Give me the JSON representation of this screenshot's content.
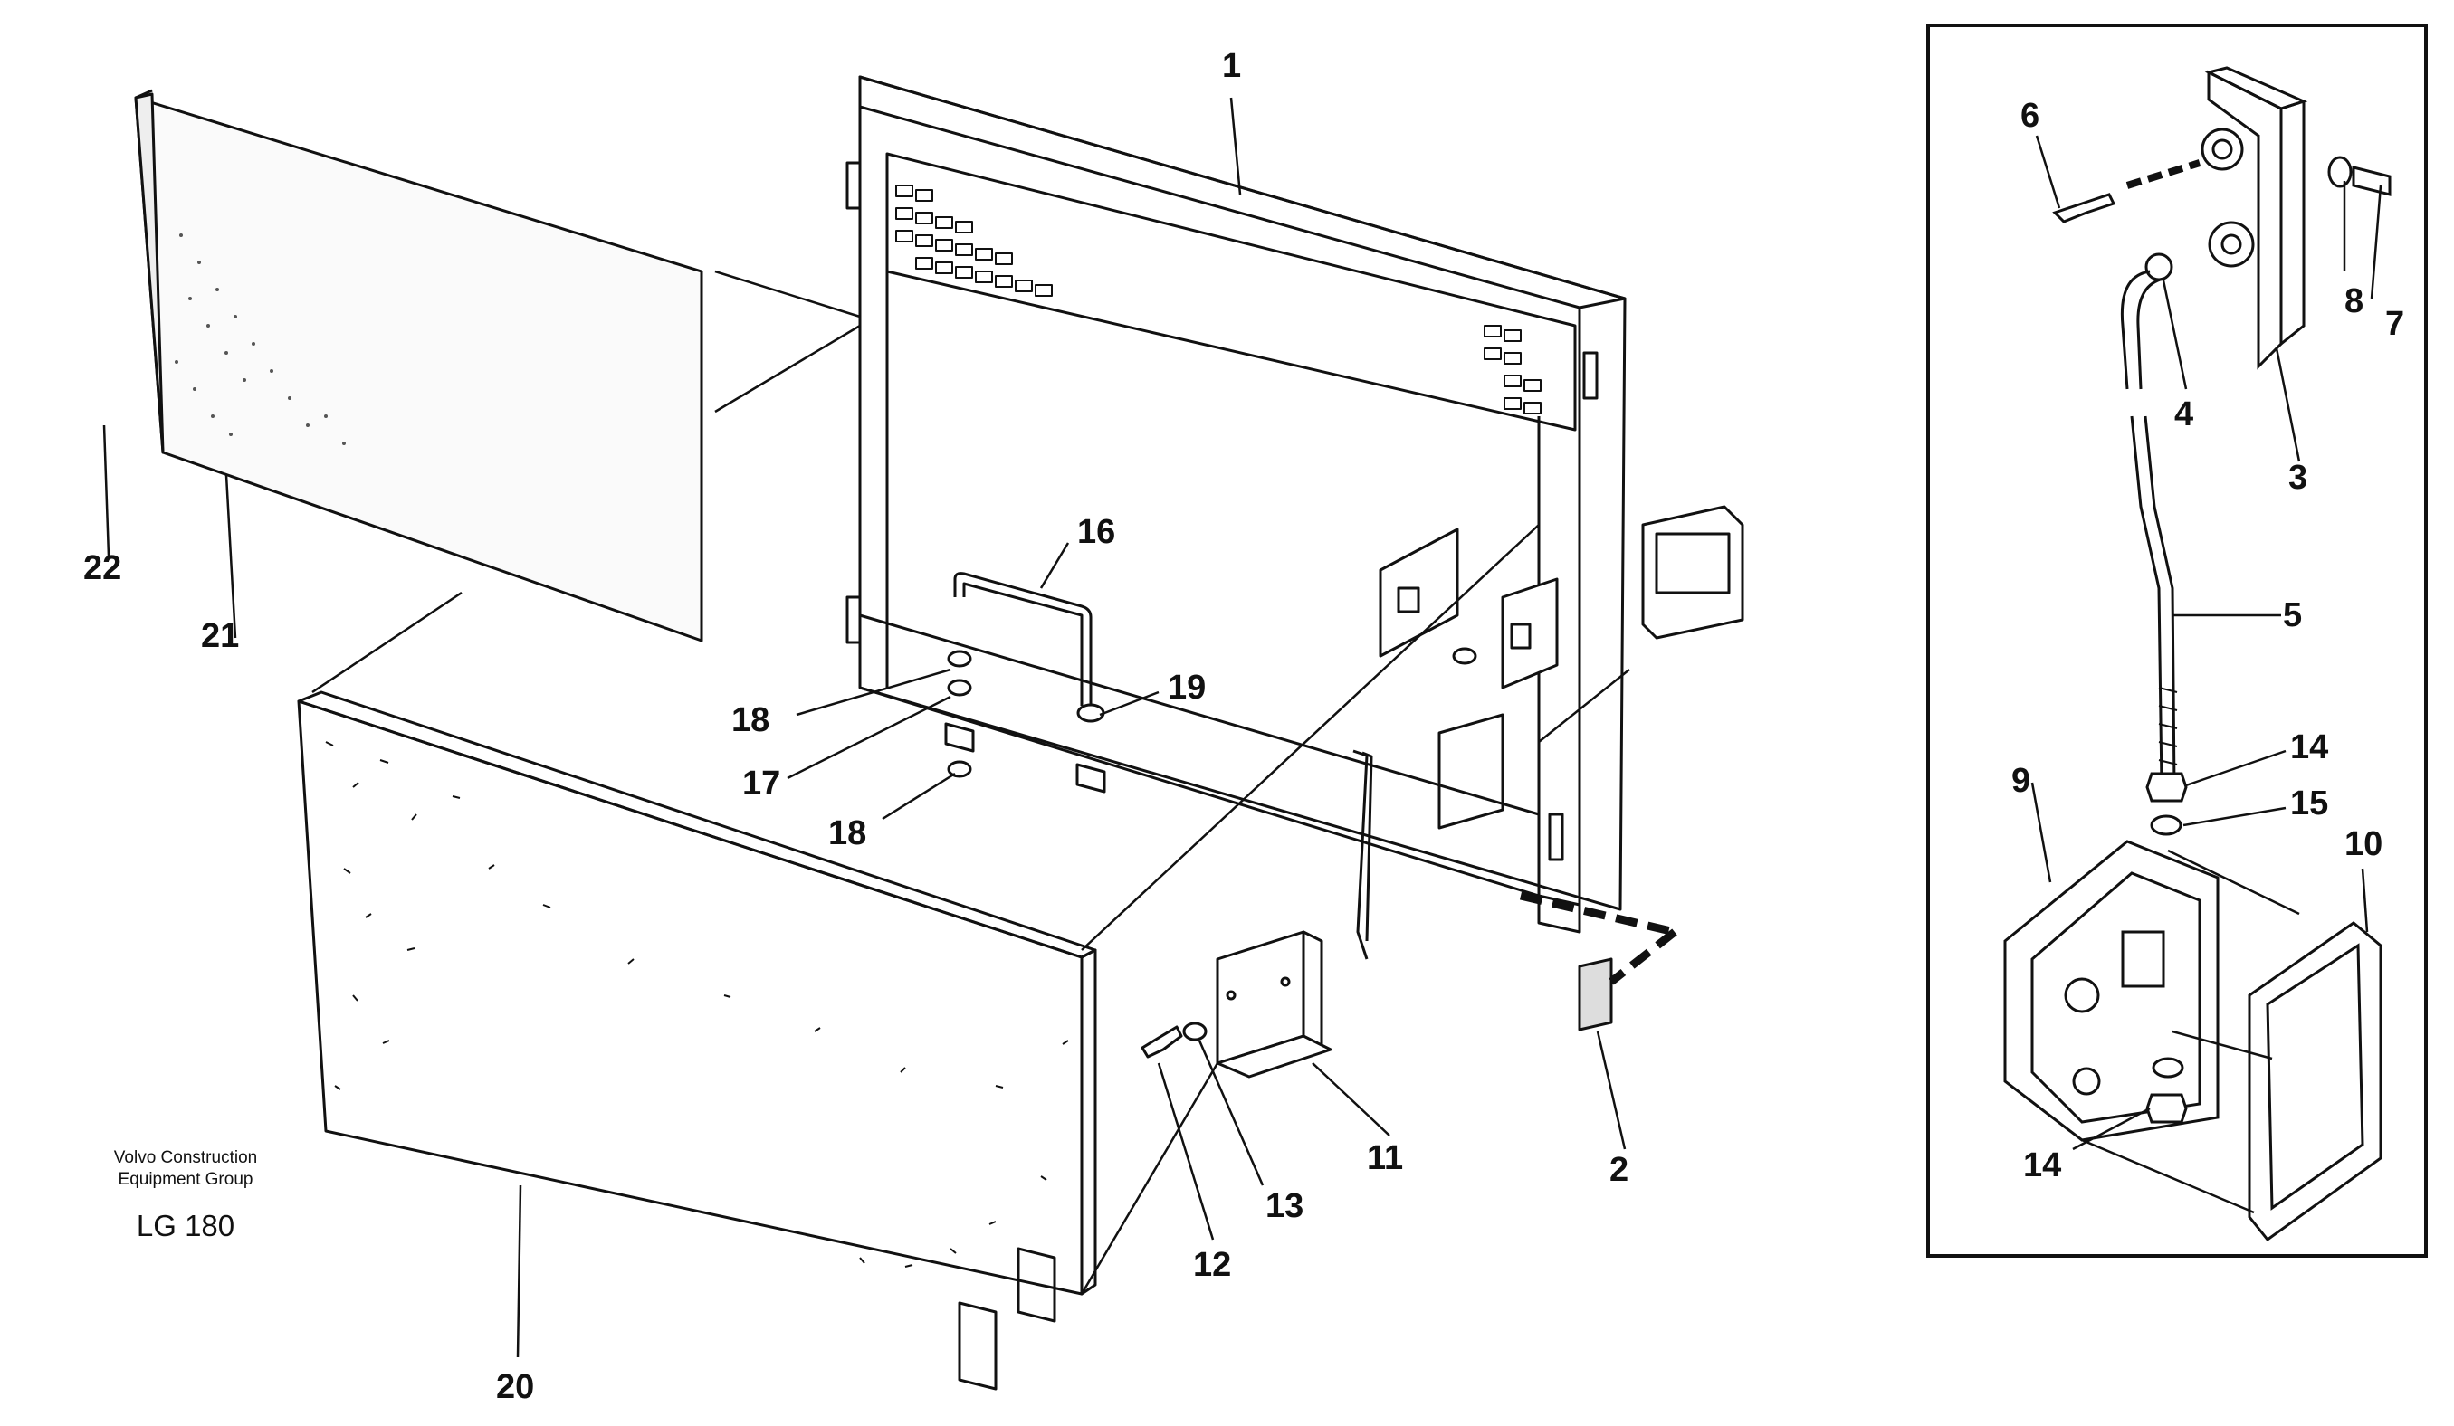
{
  "diagram": {
    "callouts": {
      "c1": "1",
      "c2": "2",
      "c3": "3",
      "c4": "4",
      "c5": "5",
      "c6": "6",
      "c7": "7",
      "c8": "8",
      "c9": "9",
      "c10": "10",
      "c11": "11",
      "c12": "12",
      "c13": "13",
      "c14a": "14",
      "c14b": "14",
      "c15": "15",
      "c16": "16",
      "c17": "17",
      "c18a": "18",
      "c18b": "18",
      "c19": "19",
      "c20": "20",
      "c21": "21",
      "c22": "22"
    },
    "colors": {
      "ink": "#111111",
      "paper": "#ffffff"
    }
  },
  "caption": {
    "company_line1": "Volvo Construction",
    "company_line2": "Equipment Group",
    "model": "LG 180"
  }
}
